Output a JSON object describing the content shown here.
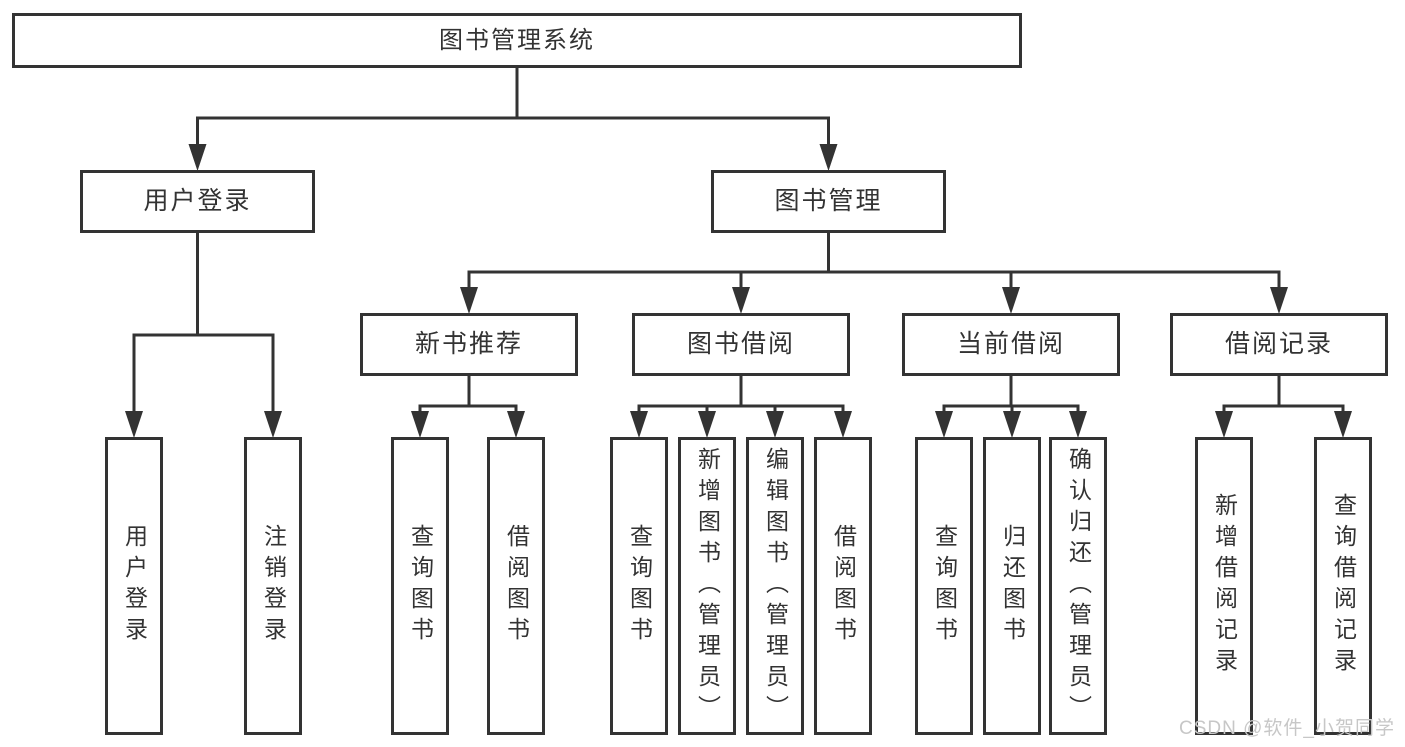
{
  "diagram": {
    "type": "tree-structure-diagram",
    "title": "图书管理系统"
  },
  "colors": {
    "line": "#333333",
    "box_border": "#333333",
    "text": "#333333",
    "background": "#ffffff",
    "watermark": "#c7c7c7"
  },
  "watermark": {
    "text": "CSDN @软件_小贺同学"
  },
  "nodes": {
    "root": {
      "label": "图书管理系统"
    },
    "user-login": {
      "label": "用户登录"
    },
    "book-mgmt": {
      "label": "图书管理"
    },
    "new-book-rec": {
      "label": "新书推荐"
    },
    "book-borrow": {
      "label": "图书借阅"
    },
    "current-borrow": {
      "label": "当前借阅"
    },
    "borrow-records": {
      "label": "借阅记录"
    },
    "login": {
      "label": "用户登录"
    },
    "logout": {
      "label": "注销登录"
    },
    "rec-query-books": {
      "label": "查询图书"
    },
    "rec-borrow-books": {
      "label": "借阅图书"
    },
    "borrow-query-books": {
      "label": "查询图书"
    },
    "borrow-add-books": {
      "label": "新增图书（管理员）"
    },
    "borrow-edit-books": {
      "label": "编辑图书（管理员）"
    },
    "borrow-borrow-books": {
      "label": "借阅图书"
    },
    "current-query-books": {
      "label": "查询图书"
    },
    "current-return-books": {
      "label": "归还图书"
    },
    "current-confirm-return": {
      "label": "确认归还（管理员）"
    },
    "records-add-record": {
      "label": "新增借阅记录"
    },
    "records-query-record": {
      "label": "查询借阅记录"
    }
  },
  "edges": [
    {
      "parent": "root",
      "children": [
        "user-login",
        "book-mgmt"
      ]
    },
    {
      "parent": "user-login",
      "children": [
        "login",
        "logout"
      ]
    },
    {
      "parent": "book-mgmt",
      "children": [
        "new-book-rec",
        "book-borrow",
        "current-borrow",
        "borrow-records"
      ]
    },
    {
      "parent": "new-book-rec",
      "children": [
        "rec-query-books",
        "rec-borrow-books"
      ]
    },
    {
      "parent": "book-borrow",
      "children": [
        "borrow-query-books",
        "borrow-add-books",
        "borrow-edit-books",
        "borrow-borrow-books"
      ]
    },
    {
      "parent": "current-borrow",
      "children": [
        "current-query-books",
        "current-return-books",
        "current-confirm-return"
      ]
    },
    {
      "parent": "borrow-records",
      "children": [
        "records-add-record",
        "records-query-record"
      ]
    }
  ]
}
